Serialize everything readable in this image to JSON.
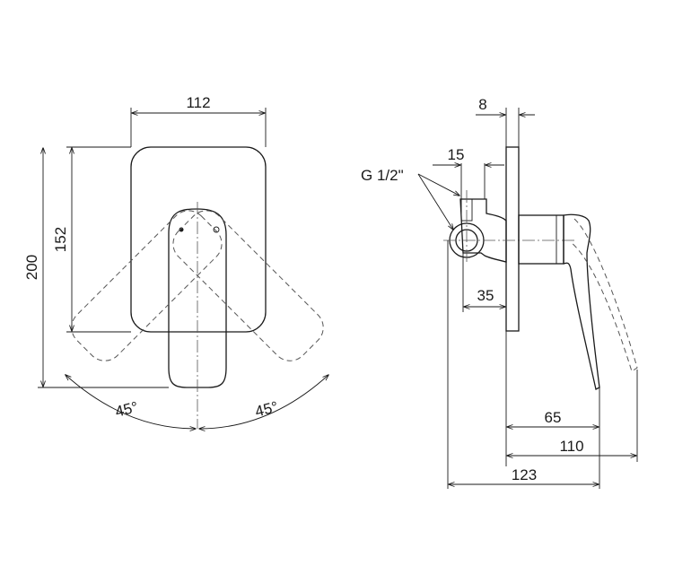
{
  "front_view": {
    "width_label": "112",
    "plate_height_label": "152",
    "overall_height_label": "200",
    "angle_left_label": "45°",
    "angle_right_label": "45°"
  },
  "side_view": {
    "plate_thickness_label": "8",
    "thread_label": "G 1/2\"",
    "thread_offset_label": "15",
    "body_depth_label": "35",
    "lever_depth_label": "65",
    "projection_label": "110",
    "overall_depth_label": "123"
  }
}
